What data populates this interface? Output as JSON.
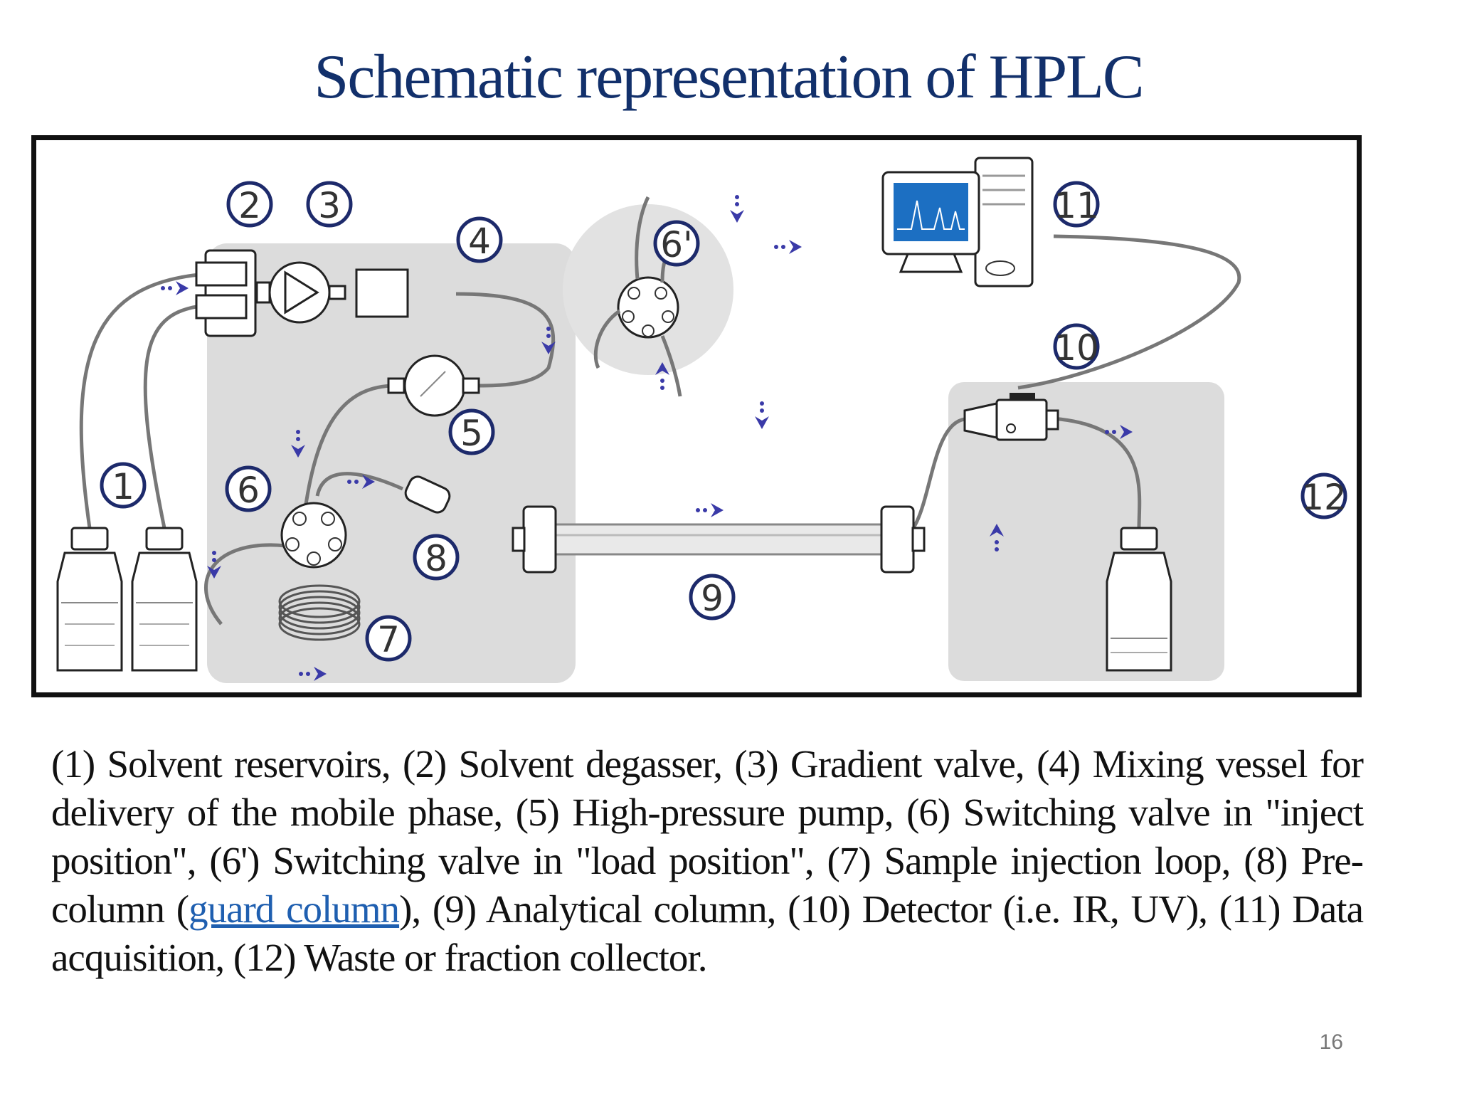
{
  "title": "Schematic representation of HPLC",
  "diagram": {
    "labels": [
      "1",
      "2",
      "3",
      "4",
      "5",
      "6",
      "6'",
      "7",
      "8",
      "9",
      "10",
      "11",
      "12"
    ]
  },
  "caption": {
    "part1": " (1) Solvent reservoirs, (2) Solvent degasser, (3) Gradient valve, (4) Mixing vessel for delivery of the mobile phase, (5) High-pressure pump, (6) Switching valve in \"inject position\", (6') Switching valve in \"load position\", (7) Sample injection loop, (8) Pre-column (",
    "link": "guard column",
    "part2": "), (9) Analytical column, (10) Detector (i.e. IR, UV), (11) Data acquisition, (12) Waste or fraction collector."
  },
  "page_number": "16",
  "colors": {
    "title": "#12306b",
    "link": "#1f5fb0",
    "label_ring": "#1d2a6b",
    "arrow": "#3a3aa8"
  }
}
